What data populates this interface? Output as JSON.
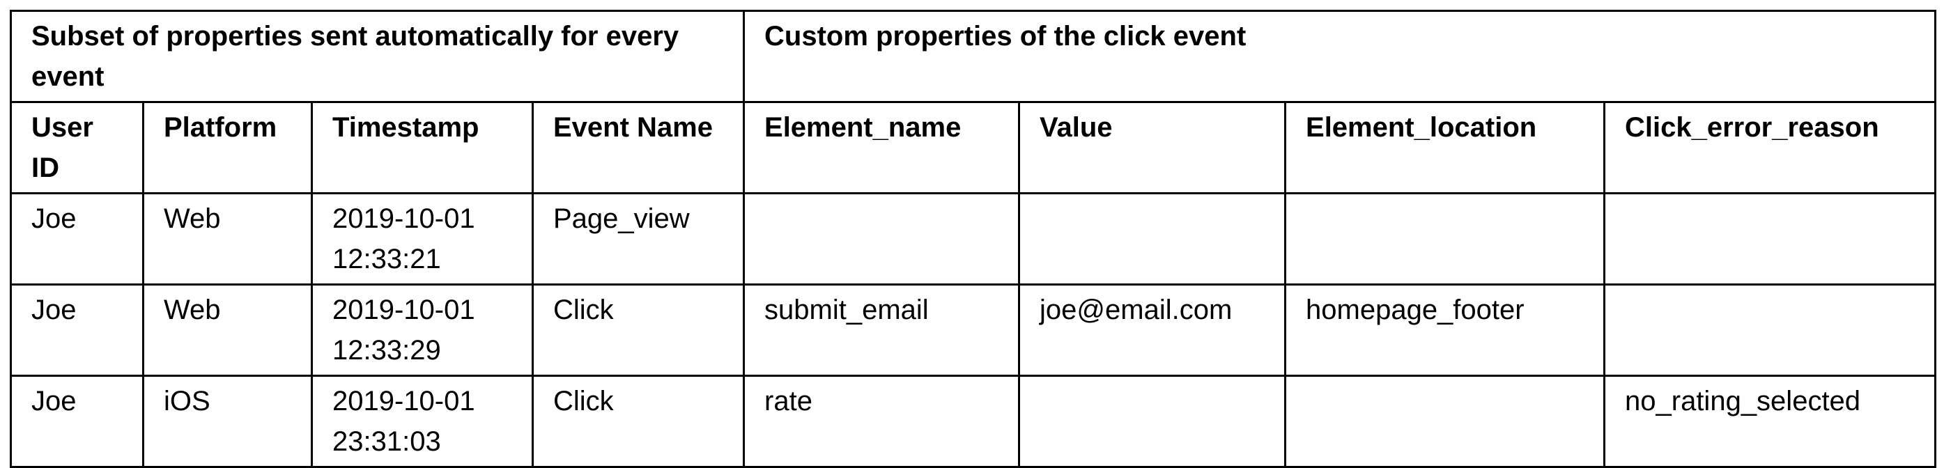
{
  "group_headers": [
    {
      "label": "Subset of properties sent automatically for every event",
      "colspan": 4
    },
    {
      "label": "Custom properties of the click event",
      "colspan": 4
    }
  ],
  "columns": [
    "User ID",
    "Platform",
    "Timestamp",
    "Event Name",
    "Element_name",
    "Value",
    "Element_location",
    "Click_error_reason"
  ],
  "rows": [
    [
      "Joe",
      "Web",
      "2019-10-01 12:33:21",
      "Page_view",
      "",
      "",
      "",
      ""
    ],
    [
      "Joe",
      "Web",
      "2019-10-01 12:33:29",
      "Click",
      "submit_email",
      "joe@email.com",
      "homepage_footer",
      ""
    ],
    [
      "Joe",
      "iOS",
      "2019-10-01 23:31:03",
      "Click",
      "rate",
      "",
      "",
      "no_rating_selected"
    ]
  ]
}
